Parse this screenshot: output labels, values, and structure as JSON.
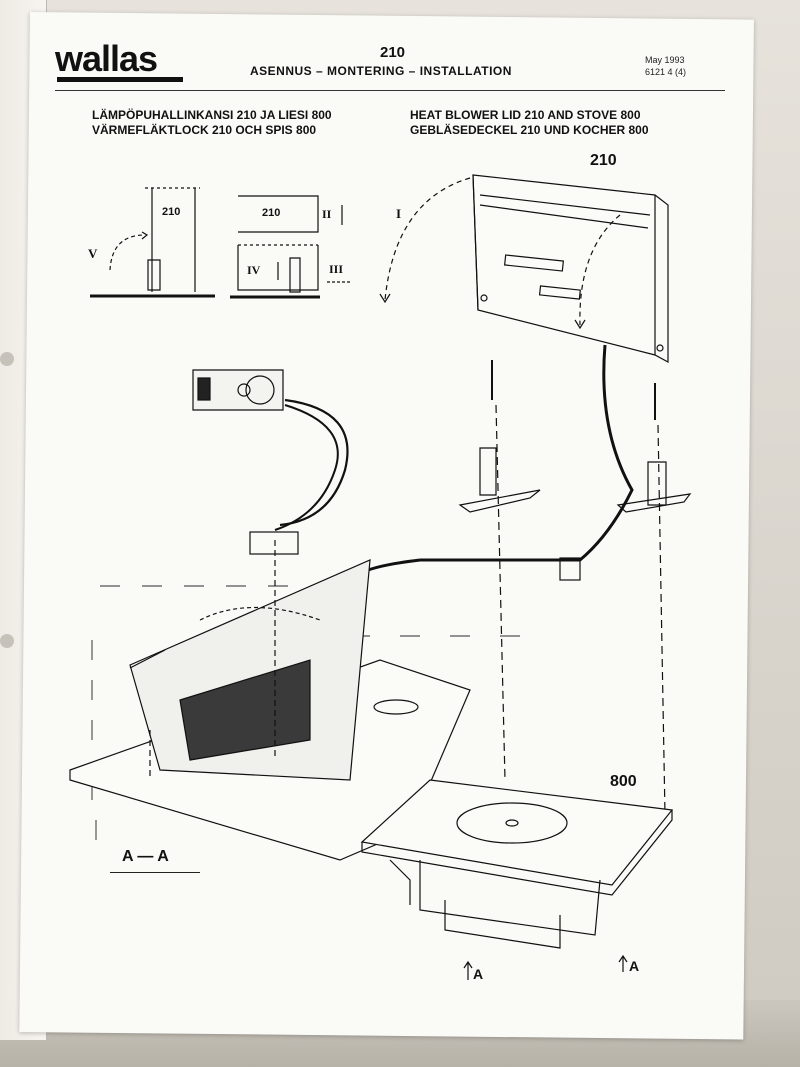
{
  "header": {
    "brand": "wallas",
    "doc_number": "210",
    "subtitle": "ASENNUS – MONTERING – INSTALLATION",
    "date": "May 1993",
    "code": "6121 4 (4)"
  },
  "titles": {
    "finnish": "LÄMPÖPUHALLINKANSI  210 JA LIESI 800",
    "swedish": "VÄRMEFLÄKTLOCK  210 OCH SPIS 800",
    "english": "HEAT BLOWER LID  210 AND STOVE 800",
    "german": "GEBLÄSEDECKEL  210  UND KOCHER 800"
  },
  "diagram_labels": {
    "lid_210_a": "210",
    "lid_210_b": "210",
    "lid_210_main": "210",
    "stove_800": "800",
    "step_1": "I",
    "step_2": "II",
    "step_3": "III",
    "step_4": "IV",
    "step_5": "V",
    "section": "A — A",
    "section_arrow_left": "A",
    "section_arrow_right": "A"
  }
}
